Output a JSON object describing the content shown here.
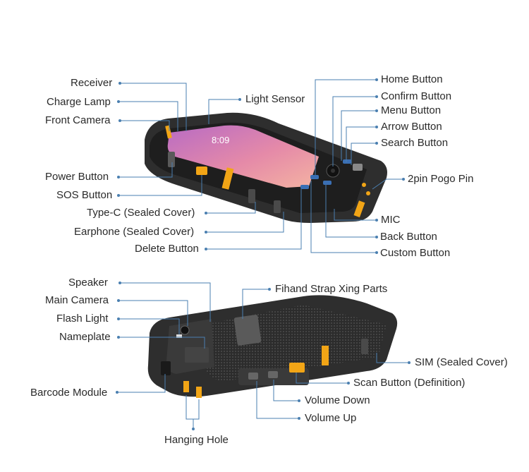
{
  "colors": {
    "body": "#2b2b2b",
    "accent": "#f2a516",
    "leader": "#4a7fb0",
    "screen_top": "#c583c8",
    "screen_bottom": "#f0a6a0"
  },
  "screen": {
    "time": "8:09"
  },
  "labels": {
    "receiver": "Receiver",
    "charge_lamp": "Charge Lamp",
    "front_camera": "Front Camera",
    "light_sensor": "Light Sensor",
    "home_button": "Home Button",
    "confirm_button": "Confirm Button",
    "menu_button": "Menu Button",
    "arrow_button": "Arrow Button",
    "search_button": "Search Button",
    "power_button": "Power Button",
    "sos_button": "SOS Button",
    "type_c": "Type-C (Sealed Cover)",
    "earphone": "Earphone (Sealed Cover)",
    "delete_button": "Delete Button",
    "pogo_pin": "2pin Pogo Pin",
    "mic": "MIC",
    "back_button": "Back Button",
    "custom_button": "Custom Button",
    "speaker": "Speaker",
    "main_camera": "Main Camera",
    "flash_light": "Flash Light",
    "nameplate": "Nameplate",
    "barcode_module": "Barcode Module",
    "hanging_hole": "Hanging Hole",
    "strap_parts": "Fihand Strap Xing Parts",
    "sim": "SIM (Sealed Cover)",
    "scan_button": "Scan Button (Definition)",
    "volume_down": "Volume Down",
    "volume_up": "Volume Up"
  }
}
